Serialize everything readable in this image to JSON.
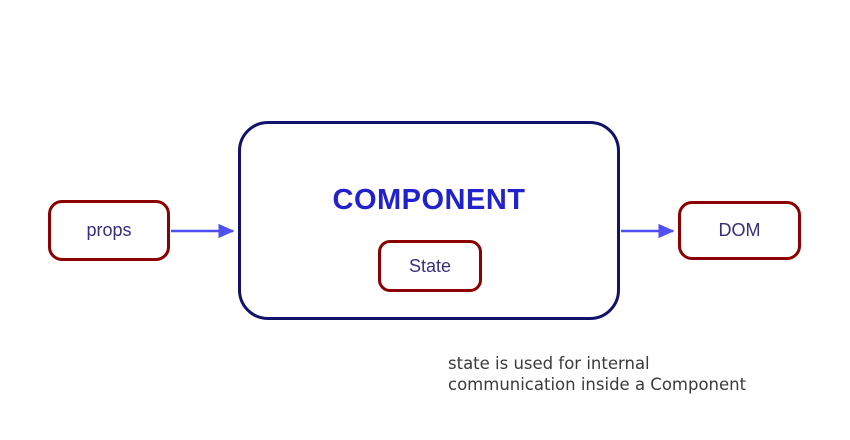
{
  "colors": {
    "background": "#ffffff",
    "box_border_red": "#8b0000",
    "component_border_navy": "#12126b",
    "title_blue": "#2222cc",
    "label_purple": "#3b2d7e",
    "arrow_blue": "#4f4ff2",
    "caption_gray": "#3b3b3b"
  },
  "diagram": {
    "props_box": {
      "label": "props"
    },
    "component_box": {
      "title": "COMPONENT",
      "state_box": {
        "label": "State"
      }
    },
    "dom_box": {
      "label": "DOM"
    },
    "arrows": [
      {
        "name": "props-to-component"
      },
      {
        "name": "component-to-dom"
      }
    ],
    "caption": {
      "line1": "state is used for internal",
      "line2": "communication inside a Component"
    }
  }
}
